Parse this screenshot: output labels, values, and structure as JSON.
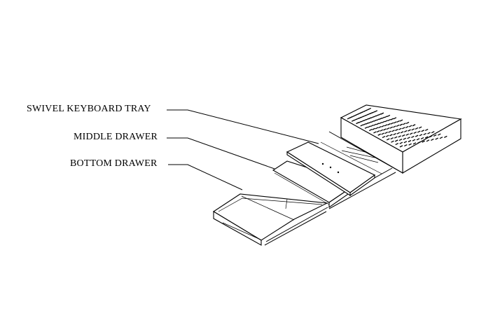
{
  "labels": {
    "swivel_keyboard_tray": "SWIVEL KEYBOARD TRAY",
    "middle_drawer": "MIDDLE DRAWER",
    "bottom_drawer": "BOTTOM DRAWER"
  }
}
